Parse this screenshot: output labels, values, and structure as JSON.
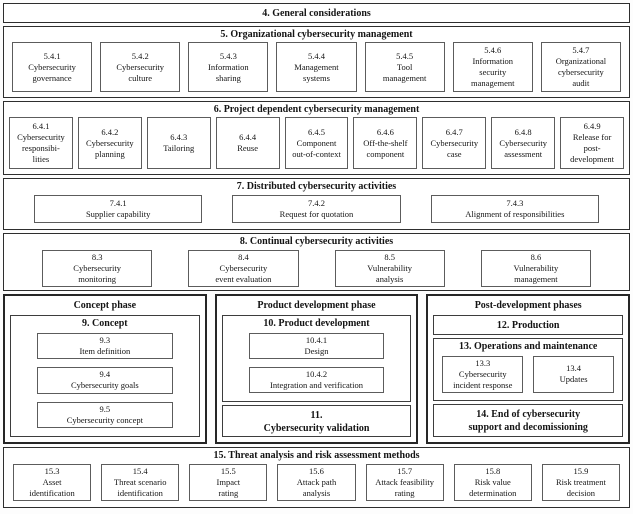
{
  "diagram": {
    "sections": {
      "s4": {
        "title": "4. General considerations"
      },
      "s5": {
        "title": "5. Organizational cybersecurity management",
        "items": [
          "5.4.1\nCybersecurity\ngovernance",
          "5.4.2\nCybersecurity\nculture",
          "5.4.3\nInformation\nsharing",
          "5.4.4\nManagement\nsystems",
          "5.4.5\nTool\nmanagement",
          "5.4.6\nInformation\nsecurity\nmanagement",
          "5.4.7\nOrganizational\ncybersecurity\naudit"
        ]
      },
      "s6": {
        "title": "6. Project dependent cybersecurity management",
        "items": [
          "6.4.1\nCybersecurity\nresponsibi-\nlities",
          "6.4.2\nCybersecurity\nplanning",
          "6.4.3\nTailoring",
          "6.4.4\nReuse",
          "6.4.5\nComponent\nout-of-context",
          "6.4.6\nOff-the-shelf\ncomponent",
          "6.4.7\nCybersecurity\ncase",
          "6.4.8\nCybersecurity\nassessment",
          "6.4.9\nRelease for\npost-\ndevelopment"
        ]
      },
      "s7": {
        "title": "7. Distributed cybersecurity activities",
        "items": [
          "7.4.1\nSupplier capability",
          "7.4.2\nRequest for quotation",
          "7.4.3\nAlignment of responsibilities"
        ]
      },
      "s8": {
        "title": "8. Continual cybersecurity activities",
        "items": [
          "8.3\nCybersecurity\nmonitoring",
          "8.4\nCybersecurity\nevent evaluation",
          "8.5\nVulnerability\nanalysis",
          "8.6\nVulnerability\nmanagement"
        ]
      },
      "s15": {
        "title": "15. Threat analysis and risk assessment methods",
        "items": [
          "15.3\nAsset\nidentification",
          "15.4\nThreat scenario\nidentification",
          "15.5\nImpact\nrating",
          "15.6\nAttack path\nanalysis",
          "15.7\nAttack feasibility\nrating",
          "15.8\nRisk value\ndetermination",
          "15.9\nRisk treatment\ndecision"
        ]
      }
    },
    "phases": {
      "concept": {
        "title": "Concept phase",
        "section": {
          "title": "9. Concept",
          "items": [
            "9.3\nItem definition",
            "9.4\nCybersecurity goals",
            "9.5\nCybersecurity concept"
          ]
        }
      },
      "product": {
        "title": "Product development phase",
        "section": {
          "title": "10. Product development",
          "items": [
            "10.4.1\nDesign",
            "10.4.2\nIntegration and verification"
          ]
        },
        "validation": {
          "title": "11.\nCybersecurity validation"
        }
      },
      "post": {
        "title": "Post-development phases",
        "production": {
          "title": "12. Production"
        },
        "operations": {
          "title": "13. Operations and maintenance",
          "items": [
            "13.3\nCybersecurity\nincident response",
            "13.4\nUpdates"
          ]
        },
        "end": {
          "title": "14. End of cybersecurity\nsupport and decomissioning"
        }
      }
    }
  }
}
